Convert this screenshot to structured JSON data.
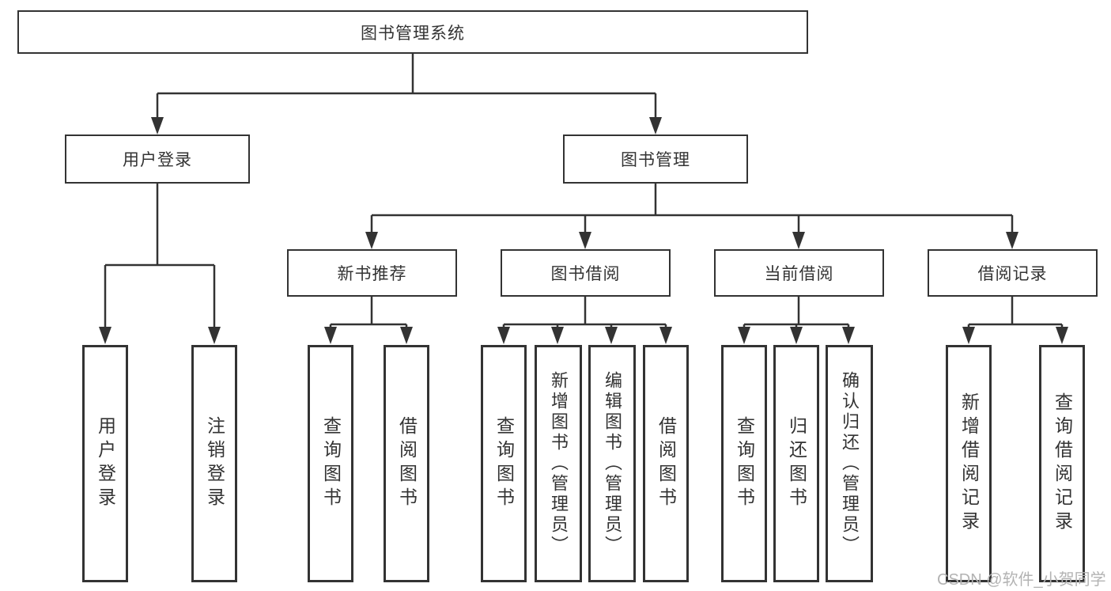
{
  "watermark": "CSDN @软件_小贺同学",
  "colors": {
    "line": "#333333",
    "text": "#333333",
    "box_background": "#ffffff",
    "watermark": "#b3b3b3"
  },
  "nodes": {
    "root": "图书管理系统",
    "user_login": "用户登录",
    "book_management": "图书管理",
    "new_book_recommend": "新书推荐",
    "book_borrow": "图书借阅",
    "current_borrow": "当前借阅",
    "borrow_records": "借阅记录",
    "leaf_user_login": "用户登录",
    "leaf_logout": "注销登录",
    "leaf_query_books_recommend": "查询图书",
    "leaf_borrow_books_recommend": "借阅图书",
    "leaf_query_books_borrow": "查询图书",
    "leaf_add_books_admin": "新增图书（管理员）",
    "leaf_edit_books_admin": "编辑图书（管理员）",
    "leaf_borrow_books_borrow": "借阅图书",
    "leaf_query_books_current": "查询图书",
    "leaf_return_books": "归还图书",
    "leaf_confirm_return_admin": "确认归还（管理员）",
    "leaf_add_borrow_record": "新增借阅记录",
    "leaf_query_borrow_record": "查询借阅记录"
  },
  "hierarchy": {
    "图书管理系统": {
      "用户登录": [
        "用户登录",
        "注销登录"
      ],
      "图书管理": {
        "新书推荐": [
          "查询图书",
          "借阅图书"
        ],
        "图书借阅": [
          "查询图书",
          "新增图书（管理员）",
          "编辑图书（管理员）",
          "借阅图书"
        ],
        "当前借阅": [
          "查询图书",
          "归还图书",
          "确认归还（管理员）"
        ],
        "借阅记录": [
          "新增借阅记录",
          "查询借阅记录"
        ]
      }
    }
  }
}
